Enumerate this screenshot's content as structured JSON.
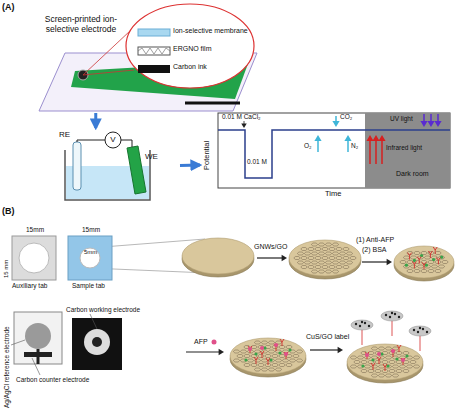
{
  "diagram": {
    "nodes": [
      {
        "text": [
          "Screen-printed ion-selective electrode"
        ]
      },
      {
        "text": [
          "Ion-selective membrane"
        ]
      },
      {
        "text": [
          "ERGNO film"
        ]
      },
      {
        "text": [
          "Carbon ink"
        ]
      },
      {
        "text": [
          "RE",
          "V",
          "WE"
        ]
      },
      {
        "text": [
          "Potential",
          "Time",
          "0.01 M CaCl₂",
          "0.01 M",
          "O₂",
          "CO₂",
          "N₂",
          "Infrared light",
          "UV light",
          "Dark room"
        ]
      },
      {
        "text": [
          "Auxiliary tab"
        ]
      },
      {
        "text": [
          "Sample tab"
        ]
      }
    ],
    "edges": [
      {
        "from": 0,
        "to": 4,
        "arrow": "to"
      },
      {
        "from": 4,
        "to": 5,
        "arrow": "to"
      }
    ],
    "labels": [
      "(A)",
      "(B)",
      "15mm",
      "15mm",
      "15 mm",
      "5mm",
      "Ag/AgCl reference electrode",
      "Carbon working electrode",
      "Carbon counter electrode",
      "GNWs/GO",
      "(1) Anti-AFP",
      "(2) BSA",
      "AFP",
      "CuS/GO label"
    ]
  }
}
